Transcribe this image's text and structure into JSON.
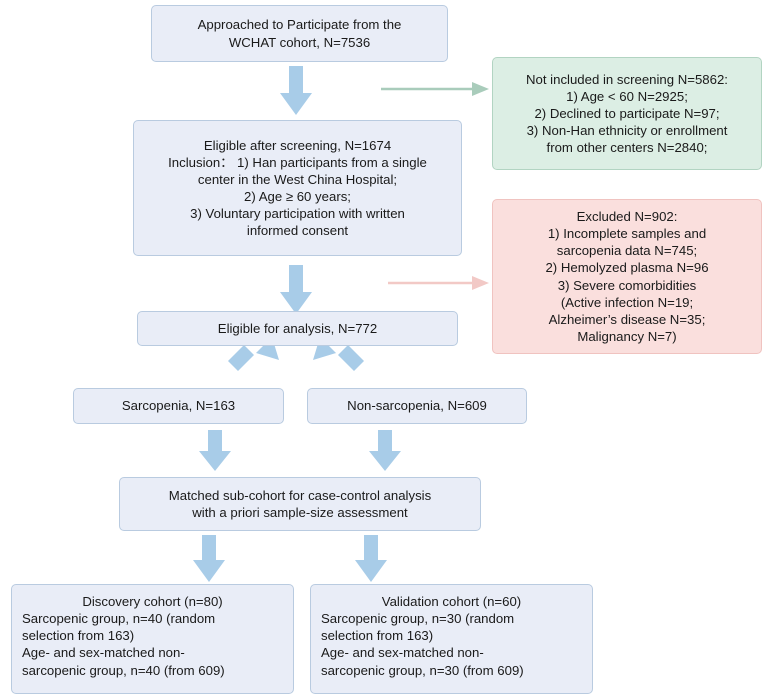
{
  "diagram": {
    "title": "Study participant flow diagram",
    "colors": {
      "box_blue_fill": "#e9edf7",
      "box_blue_border": "#b9cbe0",
      "box_green_fill": "#dceee4",
      "box_green_border": "#b2d4c2",
      "box_pink_fill": "#fadfdd",
      "box_pink_border": "#f0c3c0",
      "arrow_blue": "#a8cce8",
      "arrow_green": "#a9ccbb",
      "arrow_pink": "#f2c9c6",
      "background": "#ffffff",
      "text": "#1a1a1a"
    },
    "nodes": {
      "approached": {
        "line1": "Approached to Participate from the",
        "line2": "WCHAT cohort, N=7536"
      },
      "not_included": {
        "line1": "Not included in screening N=5862:",
        "line2": "1) Age < 60 N=2925;",
        "line3": "2) Declined to participate N=97;",
        "line4": "3) Non-Han ethnicity or enrollment",
        "line5": "from other centers N=2840;"
      },
      "eligible_screening": {
        "line1": "Eligible after screening, N=1674",
        "line2": "Inclusion： 1) Han participants from a single",
        "line3": "center in the West China Hospital;",
        "line4": "2) Age ≥ 60 years;",
        "line5": "3) Voluntary participation with written",
        "line6": "informed consent"
      },
      "excluded": {
        "line1": "Excluded N=902:",
        "line2": "1) Incomplete samples and",
        "line3": "sarcopenia data N=745;",
        "line4": "2) Hemolyzed plasma N=96",
        "line5": "3) Severe comorbidities",
        "line6": "(Active infection N=19;",
        "line7": "Alzheimer’s disease N=35;",
        "line8": "Malignancy N=7)"
      },
      "eligible_analysis": {
        "line1": "Eligible for analysis, N=772"
      },
      "sarcopenia": {
        "line1": "Sarcopenia, N=163"
      },
      "non_sarcopenia": {
        "line1": "Non-sarcopenia, N=609"
      },
      "matched": {
        "line1": "Matched sub-cohort for case-control analysis",
        "line2": "with a priori sample-size assessment"
      },
      "discovery": {
        "line1": "Discovery cohort (n=80)",
        "line2": "Sarcopenic group, n=40 (random",
        "line3": "selection from 163)",
        "line4": "Age- and sex-matched non-",
        "line5": "sarcopenic group, n=40 (from 609)"
      },
      "validation": {
        "line1": "Validation cohort (n=60)",
        "line2": "Sarcopenic group, n=30 (random",
        "line3": "selection from 163)",
        "line4": "Age- and sex-matched non-",
        "line5": "sarcopenic group, n=30 (from 609)"
      }
    },
    "arrows": [
      {
        "name": "approached-to-eligible-screening",
        "type": "down-block",
        "color": "#a8cce8"
      },
      {
        "name": "to-not-included",
        "type": "right-thin",
        "color": "#a9ccbb"
      },
      {
        "name": "eligible-screening-to-eligible-analysis",
        "type": "down-block",
        "color": "#a8cce8"
      },
      {
        "name": "to-excluded",
        "type": "right-thin",
        "color": "#f2c9c6"
      },
      {
        "name": "eligible-analysis-to-sarcopenia",
        "type": "diag-down-left",
        "color": "#a8cce8"
      },
      {
        "name": "eligible-analysis-to-non-sarcopenia",
        "type": "diag-down-right",
        "color": "#a8cce8"
      },
      {
        "name": "sarcopenia-to-matched",
        "type": "down-block",
        "color": "#a8cce8"
      },
      {
        "name": "non-sarcopenia-to-matched",
        "type": "down-block",
        "color": "#a8cce8"
      },
      {
        "name": "matched-to-discovery",
        "type": "down-block",
        "color": "#a8cce8"
      },
      {
        "name": "matched-to-validation",
        "type": "down-block",
        "color": "#a8cce8"
      }
    ]
  }
}
